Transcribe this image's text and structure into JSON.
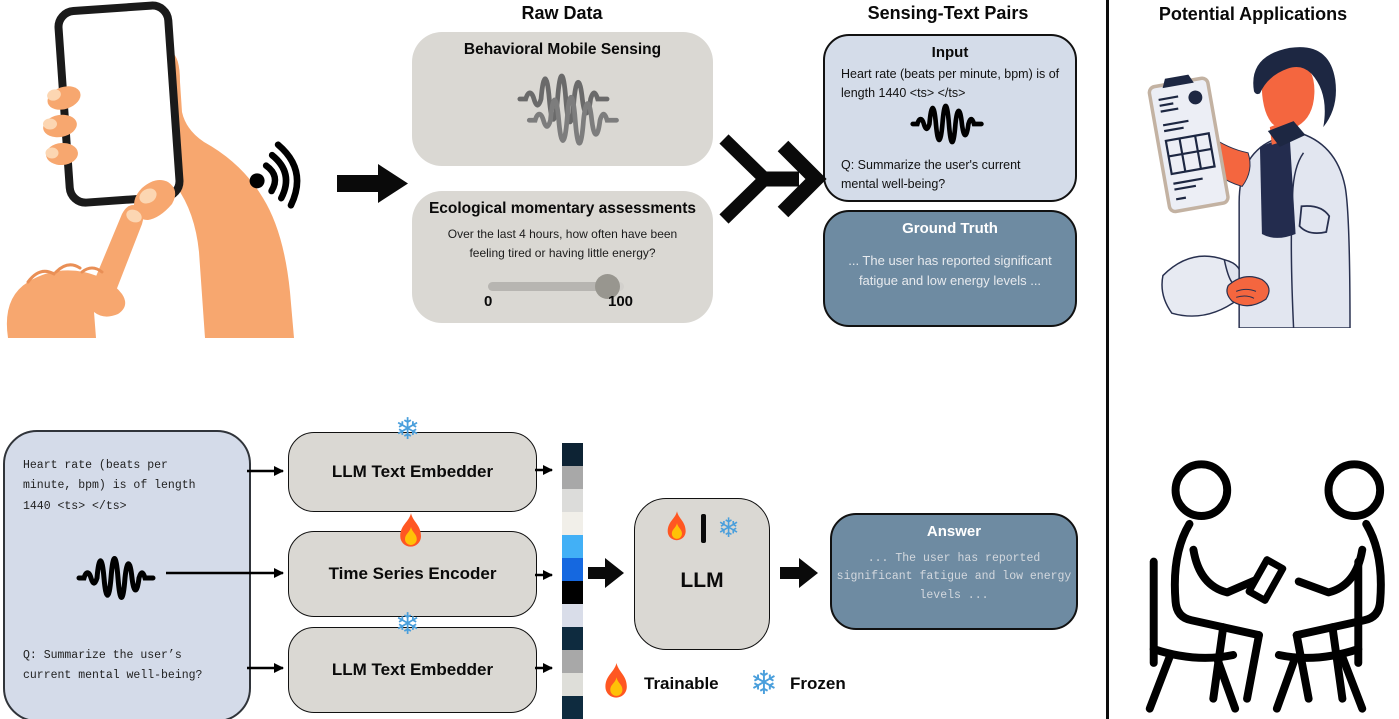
{
  "headings": {
    "raw_data": "Raw Data",
    "sensing_text_pairs": "Sensing-Text Pairs",
    "potential_applications": "Potential Applications"
  },
  "raw_data": {
    "sensing_box": {
      "title": "Behavioral Mobile Sensing"
    },
    "ema_box": {
      "title": "Ecological momentary assessments",
      "question_line1": "Over the last 4 hours, how often have been",
      "question_line2": "feeling tired or having little energy?",
      "slider": {
        "min_label": "0",
        "max_label": "100",
        "value_pct": 88
      }
    }
  },
  "pairs": {
    "input_box": {
      "title": "Input",
      "text": "Heart rate (beats per minute, bpm) is of length 1440 <ts> </ts>",
      "question": "Q: Summarize the user's current mental well-being?"
    },
    "ground_truth_box": {
      "title": "Ground Truth",
      "text": "... The user has reported significant fatigue and low energy levels ..."
    }
  },
  "pipeline": {
    "prompt_box": {
      "line1": "Heart rate (beats per",
      "line2": "minute, bpm) is of length",
      "line3": "1440 <ts> </ts>",
      "q_line1": "Q: Summarize the user’s",
      "q_line2": "current mental well-being?"
    },
    "embedder_top_label": "LLM Text Embedder",
    "encoder_label": "Time Series Encoder",
    "embedder_bottom_label": "LLM Text Embedder",
    "llm_label": "LLM",
    "answer_box": {
      "title": "Answer",
      "text": "... The user has reported significant fatigue and low energy levels ..."
    },
    "embedding_colors": [
      "#0d2334",
      "#a8a8a8",
      "#dcdcda",
      "#f1efe9",
      "#42b0f6",
      "#1568e0",
      "#000000",
      "#d9dde9",
      "#0e2b3f",
      "#a8a8a8",
      "#deded9",
      "#0e2b3f"
    ],
    "legend": {
      "trainable_label": "Trainable",
      "frozen_label": "Frozen"
    }
  },
  "icons": {
    "snowflake": "❄"
  },
  "colors": {
    "box_gray": "#dad8d3",
    "box_light_blue": "#d4dce9",
    "box_slate": "#6e8ba2",
    "snowflake_blue": "#4a9fdc",
    "flame_orange": "#ff5722"
  }
}
